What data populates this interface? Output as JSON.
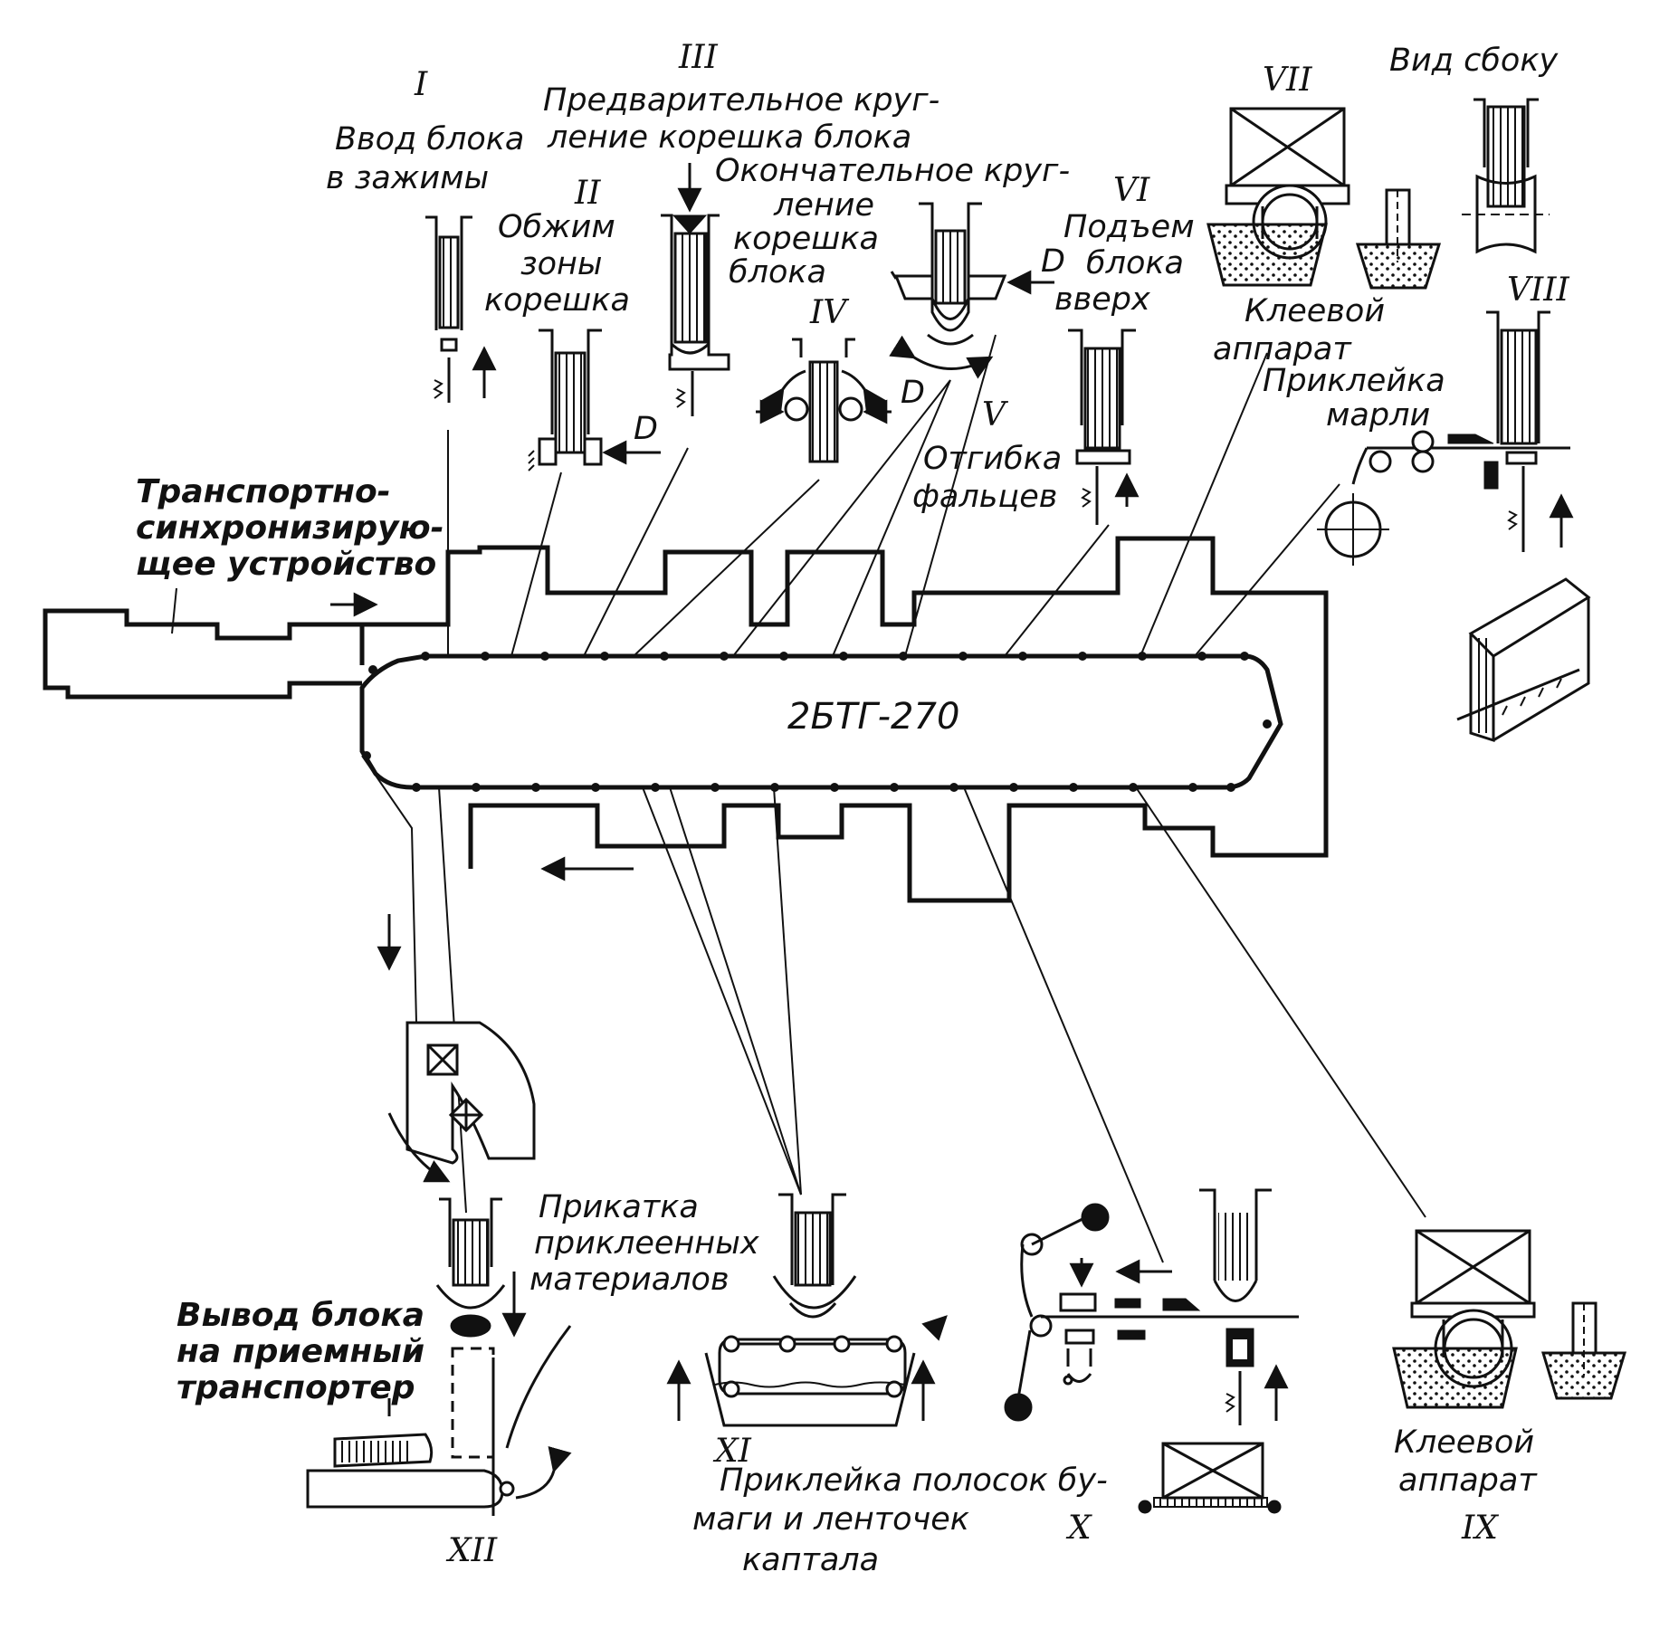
{
  "machine": {
    "name": "2БТГ-270"
  },
  "labels": {
    "transport": [
      "Транспортно-",
      "синхронизирую-",
      "щее устройство"
    ],
    "s1": [
      "Ввод блока",
      "в зажимы"
    ],
    "s2": [
      "Обжим",
      "зоны",
      "корешка"
    ],
    "s3": [
      "Предварительное круг-",
      "ление корешка блока"
    ],
    "s4": [
      "Окончательное круг-",
      "ление",
      "корешка",
      "блока"
    ],
    "s5": [
      "Отгибка",
      "фальцев"
    ],
    "s6": [
      "Подъем",
      "блока",
      "вверх"
    ],
    "glue_top": [
      "Клеевой",
      "аппарат"
    ],
    "side_view": "Вид сбоку",
    "s8": [
      "Приклейка",
      "марли"
    ],
    "glue_bottom": [
      "Клеевой",
      "аппарат"
    ],
    "s10": [
      "Приклейка полосок бу-",
      "маги и ленточек",
      "каптала"
    ],
    "s11": [
      "Прикатка",
      "приклеенных",
      "материалов"
    ],
    "s12": [
      "Вывод блока",
      "на приемный",
      "транспортер"
    ]
  },
  "numerals": {
    "n1": "I",
    "n2": "II",
    "n3": "III",
    "n4": "IV",
    "n5": "V",
    "n6": "VI",
    "n7": "VII",
    "n8": "VIII",
    "n9": "IX",
    "n10": "X",
    "n11": "XI",
    "n12": "XII"
  },
  "force_letter": "D"
}
